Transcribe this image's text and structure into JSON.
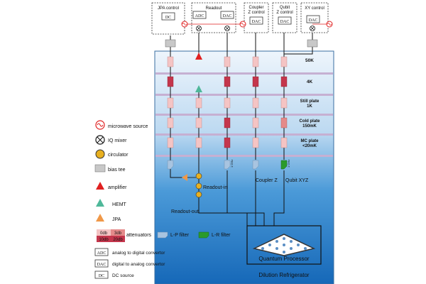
{
  "controls": {
    "jpa": {
      "title": "JPA control",
      "box": "DC"
    },
    "readout": {
      "title": "Readout",
      "adc": "ADC",
      "dac": "DAC"
    },
    "coupler": {
      "title_line1": "Coupler",
      "title_line2": "Z control",
      "box": "DAC"
    },
    "qubit": {
      "title_line1": "Qubit",
      "title_line2": "Z control",
      "box": "DAC"
    },
    "xy": {
      "title": "XY control",
      "box": "DAC"
    }
  },
  "stages": [
    {
      "line1": "50K",
      "line2": ""
    },
    {
      "line1": "4K",
      "line2": ""
    },
    {
      "line1": "Still plate",
      "line2": "1K"
    },
    {
      "line1": "Cold plate",
      "line2": "150mK"
    },
    {
      "line1": "MC plate",
      "line2": "<20mK"
    }
  ],
  "attenuator_labels": {
    "a0": "0db",
    "a3": "3db",
    "a10": "10db",
    "a20": "20db"
  },
  "filters": {
    "lp": "1 GHz",
    "lr": "1 GHz"
  },
  "lines": {
    "readout_in": "Readout-in",
    "readout_out": "Readout-out",
    "coupler": "Coupler Z",
    "qubit": "Qubit XYZ"
  },
  "processor": "Quantum Processor",
  "fridge": "Dilution Refrigerator",
  "legend": {
    "microwave_source": "microwave source",
    "iq_mixer": "IQ mixer",
    "circulator": "circulator",
    "bias_tee": "bias tee",
    "amplifier": "amplifier",
    "hemt": "HEMT",
    "jpa": "JPA",
    "attenuators": "attenuators",
    "lp_filter": "L-P filter",
    "lr_filter": "L-R filter",
    "adc_label": "analog to digital convertor",
    "dac_label": "digital to analog convertor",
    "dc_label": "DC source",
    "adc_box": "ADC",
    "dac_box": "DAC",
    "dc_box": "DC"
  },
  "colors": {
    "fridge_light": "#e8f1fa",
    "fridge_mid": "#6aaee0",
    "fridge_dark": "#1f78c8",
    "stage_band": "#c6b0d2",
    "att_light": "#f4c4c4",
    "att_mid": "#e48a8a",
    "att_dark": "#c4364c",
    "red": "#e02020",
    "hemt": "#4fb89a",
    "jpa": "#f09848",
    "circulator": "#e8b020",
    "lr_green": "#2a9a2a",
    "lp_blue": "#a8c4e0"
  }
}
